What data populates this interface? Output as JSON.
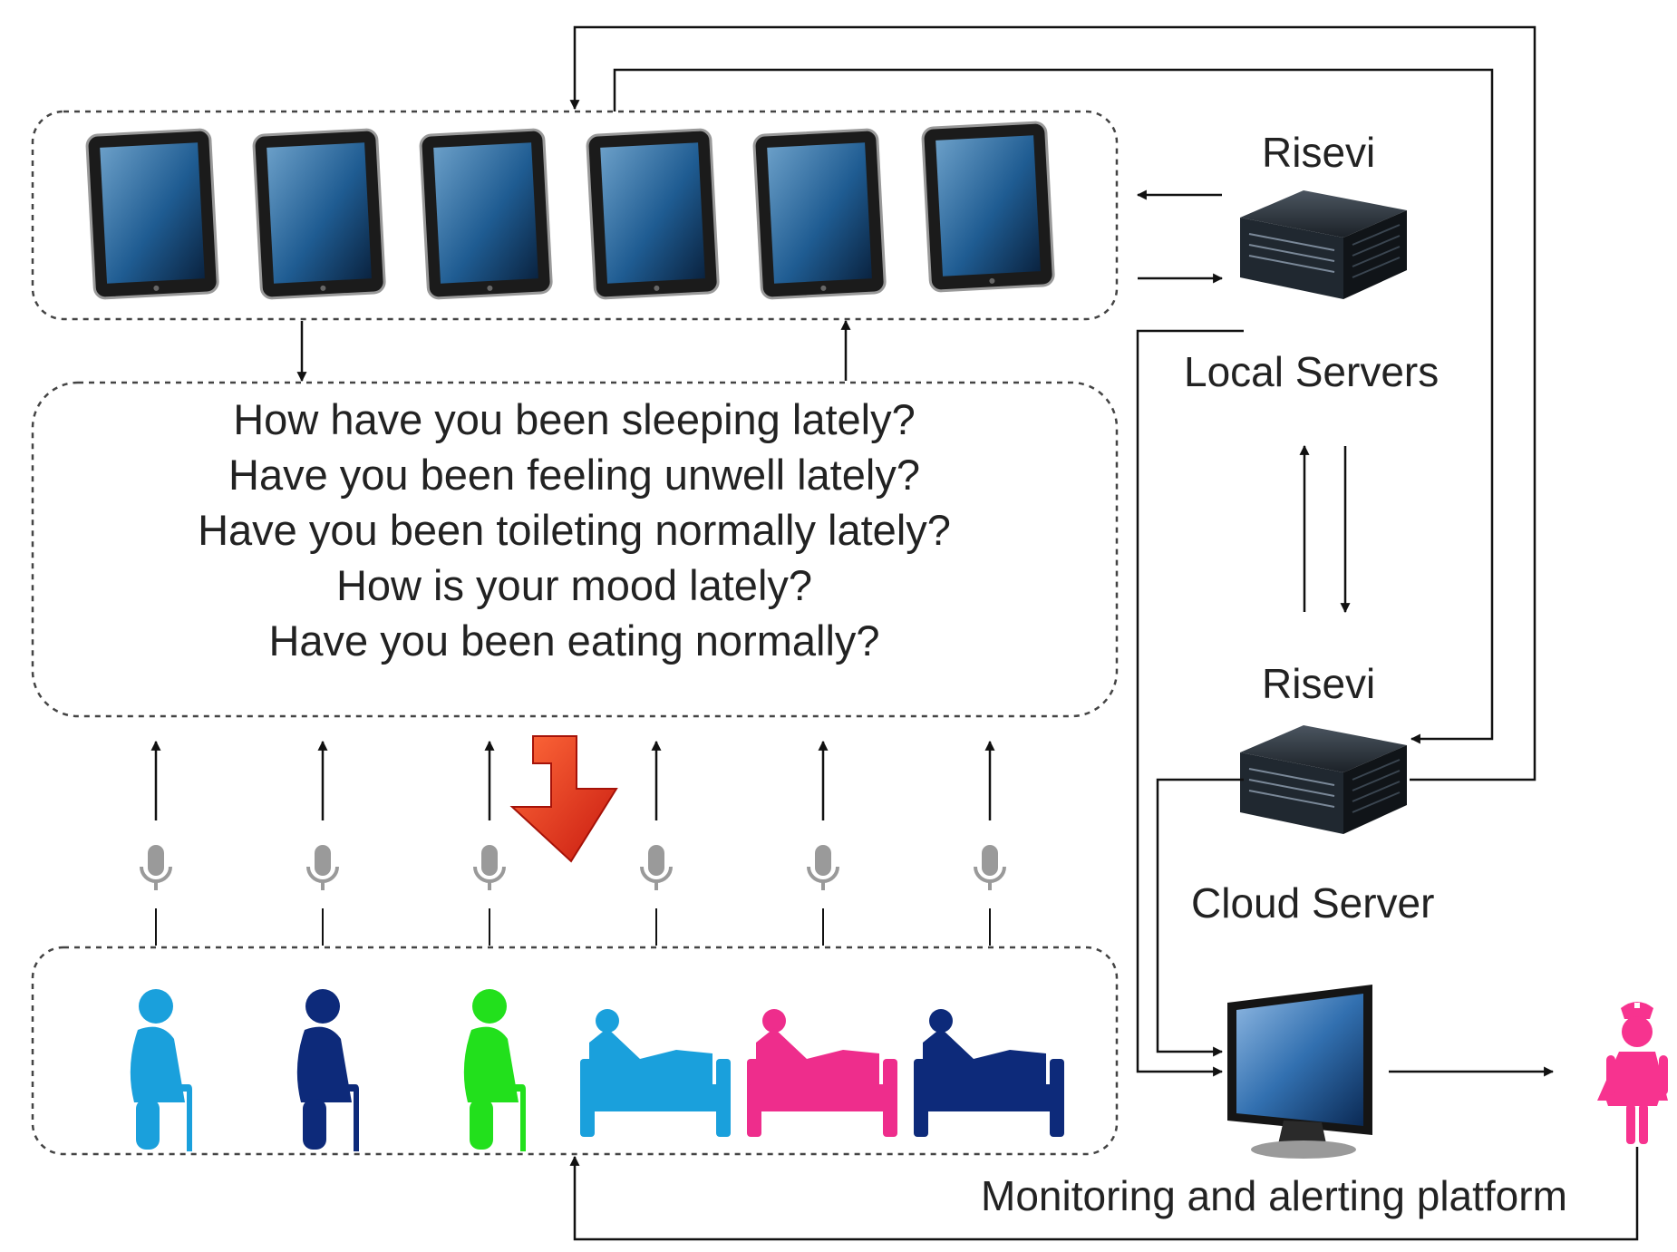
{
  "servers": {
    "local": {
      "brand": "Risevi",
      "label": "Local Servers"
    },
    "cloud": {
      "brand": "Risevi",
      "label": "Cloud Server"
    }
  },
  "platform_label": "Monitoring and alerting platform",
  "questions": [
    "How have you been sleeping lately?",
    "Have you been feeling unwell lately?",
    "Have you been toileting normally lately?",
    "How is your mood lately?",
    "Have you been eating normally?"
  ],
  "tablet_count": 6,
  "microphone_count": 6,
  "residents": [
    {
      "kind": "elderly-standing",
      "color": "#1aa0dc"
    },
    {
      "kind": "elderly-standing",
      "color": "#0d2a7a"
    },
    {
      "kind": "elderly-standing",
      "color": "#22e01c"
    },
    {
      "kind": "bedridden",
      "color": "#1aa0dc"
    },
    {
      "kind": "bedridden",
      "color": "#ee2d8c"
    },
    {
      "kind": "bedridden",
      "color": "#0d2a7a"
    }
  ],
  "nurse_color": "#f7338f",
  "highlight_arrow_color": "#e8361c"
}
